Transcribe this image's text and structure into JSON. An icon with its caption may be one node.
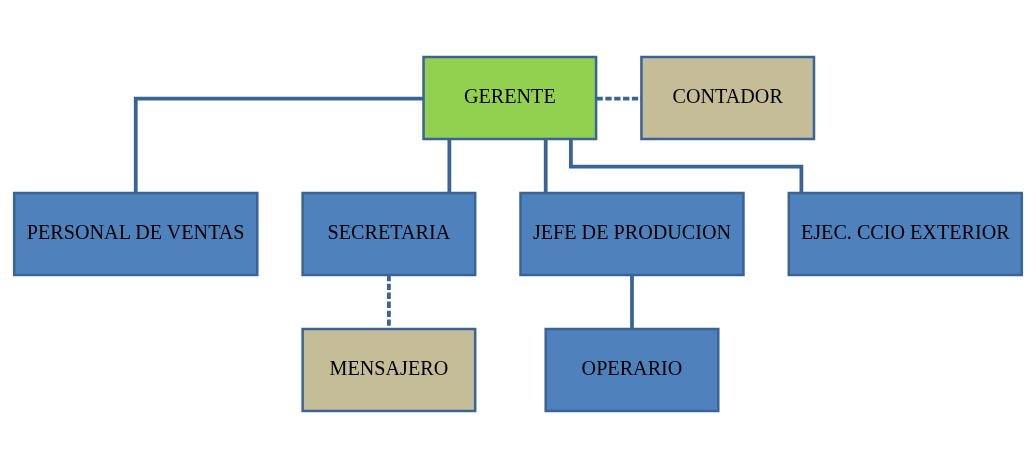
{
  "diagram": {
    "nodes": [
      {
        "text": [
          "GERENTE"
        ]
      },
      {
        "text": [
          "CONTADOR"
        ]
      },
      {
        "text": [
          "PERSONAL DE VENTAS"
        ]
      },
      {
        "text": [
          "SECRETARIA"
        ]
      },
      {
        "text": [
          "JEFE DE PRODUCION"
        ]
      },
      {
        "text": [
          "EJEC. CCIO EXTERIOR"
        ]
      },
      {
        "text": [
          "MENSAJERO"
        ]
      },
      {
        "text": [
          "OPERARIO"
        ]
      }
    ],
    "edges": [
      {
        "from": 0,
        "to": 1,
        "arrow": "none",
        "style": "dashed"
      },
      {
        "from": 0,
        "to": 2,
        "arrow": "none"
      },
      {
        "from": 0,
        "to": 3,
        "arrow": "none"
      },
      {
        "from": 0,
        "to": 4,
        "arrow": "none"
      },
      {
        "from": 0,
        "to": 5,
        "arrow": "none"
      },
      {
        "from": 3,
        "to": 6,
        "arrow": "none",
        "style": "dashed"
      },
      {
        "from": 4,
        "to": 7,
        "arrow": "none"
      }
    ]
  }
}
